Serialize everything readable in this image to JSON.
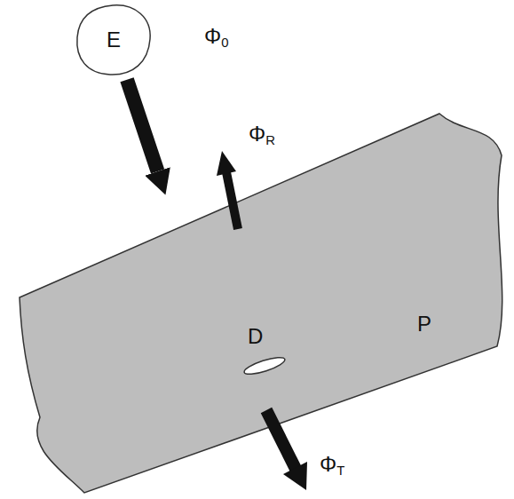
{
  "diagram": {
    "nodes": [
      {
        "text": [
          "E"
        ]
      },
      {
        "text": [
          "P"
        ]
      },
      {
        "text": [
          "D"
        ],
        "in": 1
      }
    ],
    "edges": [
      {
        "from": 0,
        "to": 1,
        "arrow": "to",
        "label": "Φ0"
      }
    ],
    "labels": [
      "ΦR",
      "ΦT"
    ]
  }
}
